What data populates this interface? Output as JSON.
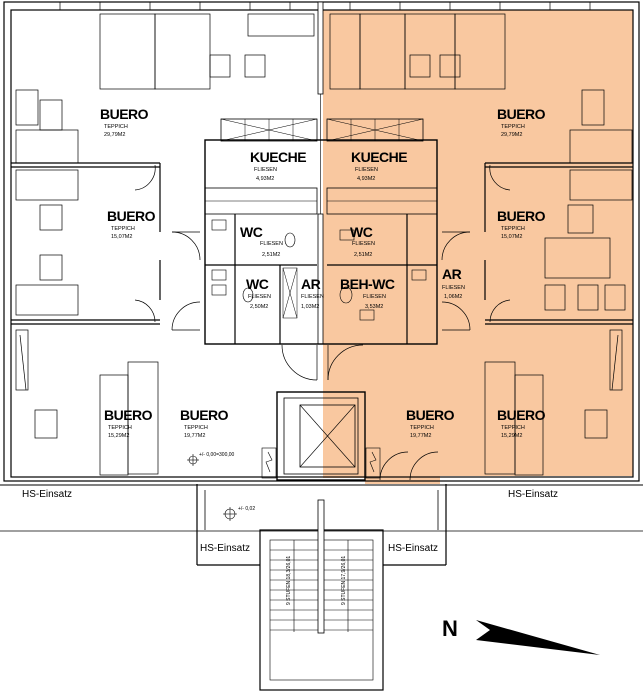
{
  "colors": {
    "highlight": "#f9c8a0",
    "line": "#000000",
    "background": "#ffffff"
  },
  "rooms": {
    "buero_nw": {
      "name": "BUERO",
      "floor": "TEPPICH",
      "area": "29,79M2"
    },
    "buero_w": {
      "name": "BUERO",
      "floor": "TEPPICH",
      "area": "15,07M2"
    },
    "buero_sw": {
      "name": "BUERO",
      "floor": "TEPPICH",
      "area": "15,29M2"
    },
    "buero_sc1": {
      "name": "BUERO",
      "floor": "TEPPICH",
      "area": "19,77M2"
    },
    "buero_ne": {
      "name": "BUERO",
      "floor": "TEPPICH",
      "area": "29,79M2"
    },
    "buero_e": {
      "name": "BUERO",
      "floor": "TEPPICH",
      "area": "15,07M2"
    },
    "buero_sc2": {
      "name": "BUERO",
      "floor": "TEPPICH",
      "area": "19,77M2"
    },
    "buero_se": {
      "name": "BUERO",
      "floor": "TEPPICH",
      "area": "15,29M2"
    },
    "kueche_l": {
      "name": "KUECHE",
      "floor": "FLIESEN",
      "area": "4,93M2"
    },
    "kueche_r": {
      "name": "KUECHE",
      "floor": "FLIESEN",
      "area": "4,93M2"
    },
    "wc_l1": {
      "name": "WC",
      "floor": "FLIESEN",
      "area": "2,51M2"
    },
    "wc_r1": {
      "name": "WC",
      "floor": "FLIESEN",
      "area": "2,51M2"
    },
    "wc_l2": {
      "name": "WC",
      "floor": "FLIESEN",
      "area": "2,50M2"
    },
    "ar_l": {
      "name": "AR",
      "floor": "FLIESEN",
      "area": "1,03M2"
    },
    "behwc": {
      "name": "BEH-WC",
      "floor": "FLIESEN",
      "area": "3,53M2"
    },
    "ar_r": {
      "name": "AR",
      "floor": "FLIESEN",
      "area": "1,06M2"
    }
  },
  "labels": {
    "hs_left": "HS-Einsatz",
    "hs_right": "HS-Einsatz",
    "hs_stair_left": "HS-Einsatz",
    "hs_stair_right": "HS-Einsatz",
    "level_main": "+/- 0,00=300,00",
    "level_entry": "+/- 0,02",
    "north": "N"
  },
  "stair": {
    "left": "9 STUFEN 18,3/26,01",
    "right": "9 STUFEN 17,9/26,01"
  }
}
